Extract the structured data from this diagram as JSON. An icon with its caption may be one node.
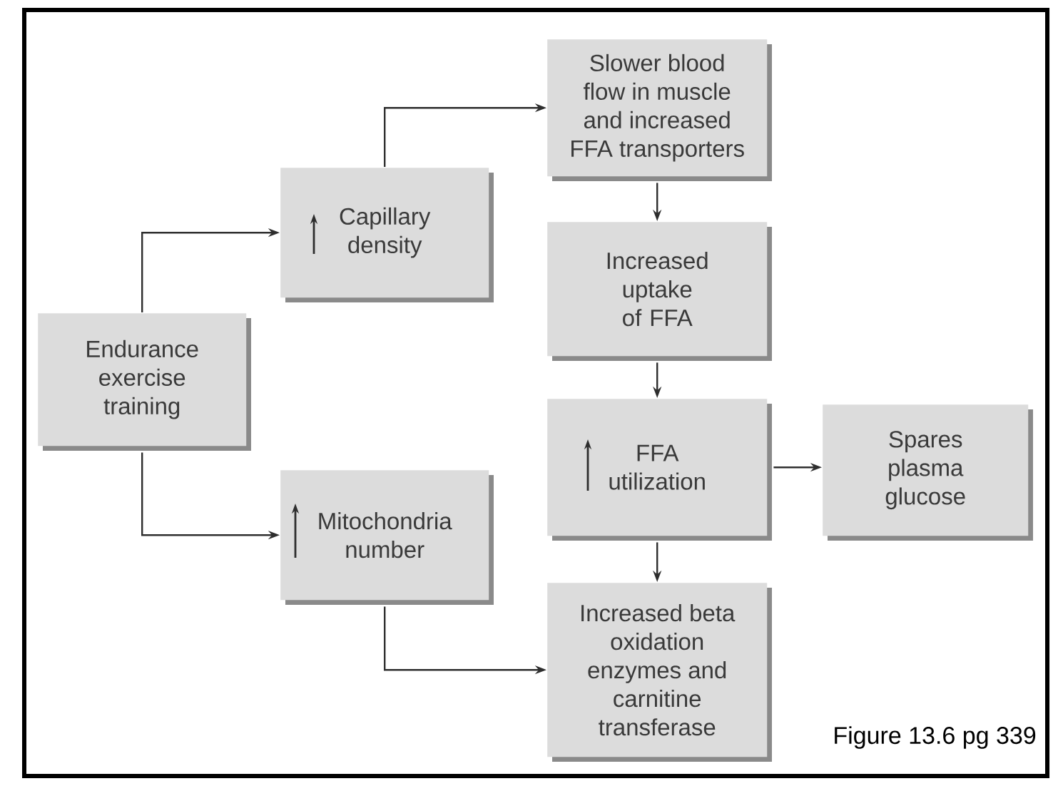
{
  "diagram": {
    "caption": "Figure 13.6 pg 339",
    "nodes": [
      {
        "text": [
          "Endurance exercise training"
        ]
      },
      {
        "text": [
          "Capillary density"
        ]
      },
      {
        "text": [
          "Mitochondria number"
        ]
      },
      {
        "text": [
          "Slower blood flow in muscle and increased FFA transporters"
        ]
      },
      {
        "text": [
          "Increased uptake of FFA"
        ]
      },
      {
        "text": [
          "FFA utilization"
        ]
      },
      {
        "text": [
          "Spares plasma glucose"
        ]
      },
      {
        "text": [
          "Increased beta oxidation enzymes and carnitine transferase"
        ]
      }
    ],
    "edges": [
      {
        "from": 0,
        "to": 1,
        "arrow": "to"
      },
      {
        "from": 0,
        "to": 2,
        "arrow": "to"
      },
      {
        "from": 1,
        "to": 3,
        "arrow": "to"
      },
      {
        "from": 3,
        "to": 4,
        "arrow": "to"
      },
      {
        "from": 4,
        "to": 5,
        "arrow": "to"
      },
      {
        "from": 5,
        "to": 6,
        "arrow": "to"
      },
      {
        "from": 5,
        "to": 7,
        "arrow": "to"
      },
      {
        "from": 2,
        "to": 7,
        "arrow": "to"
      }
    ]
  }
}
